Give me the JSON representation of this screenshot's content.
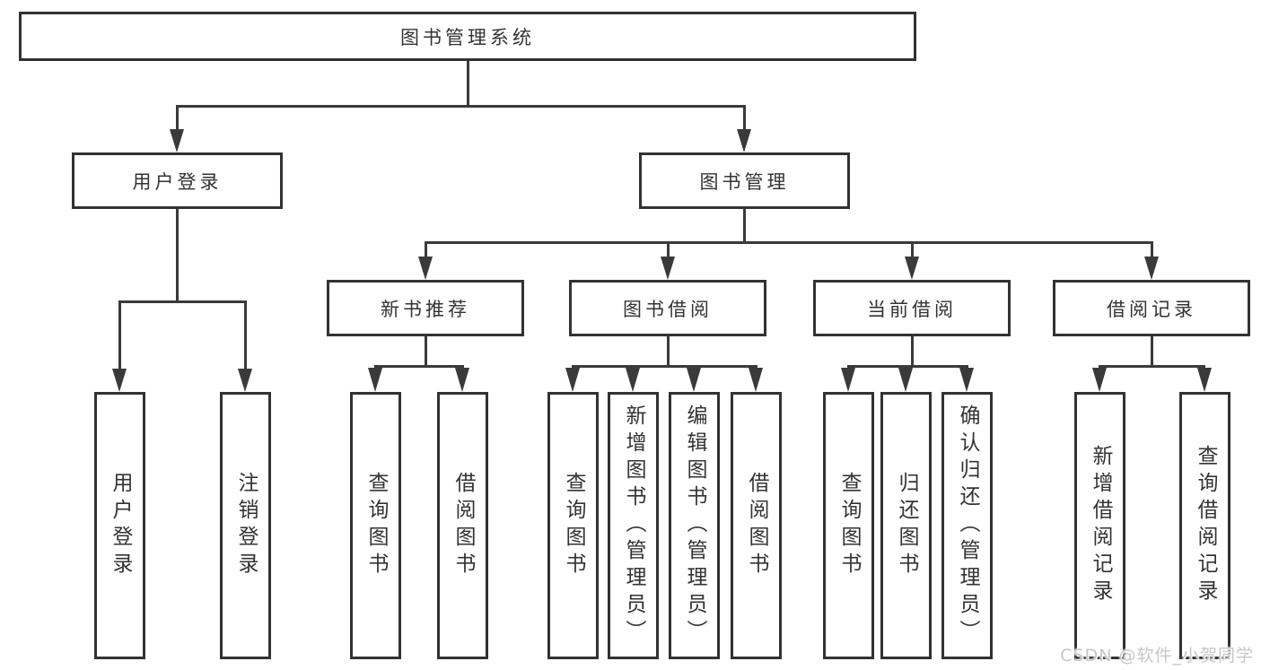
{
  "tree": {
    "root": {
      "label": "图书管理系统"
    },
    "branches": [
      {
        "label": "用户登录",
        "children": [
          {
            "label": "用户登录"
          },
          {
            "label": "注销登录"
          }
        ]
      },
      {
        "label": "图书管理",
        "children": [
          {
            "label": "新书推荐",
            "children": [
              {
                "label": "查询图书"
              },
              {
                "label": "借阅图书"
              }
            ]
          },
          {
            "label": "图书借阅",
            "children": [
              {
                "label": "查询图书"
              },
              {
                "label": "新增图书（管理员）"
              },
              {
                "label": "编辑图书（管理员）"
              },
              {
                "label": "借阅图书"
              }
            ]
          },
          {
            "label": "当前借阅",
            "children": [
              {
                "label": "查询图书"
              },
              {
                "label": "归还图书"
              },
              {
                "label": "确认归还（管理员）"
              }
            ]
          },
          {
            "label": "借阅记录",
            "children": [
              {
                "label": "新增借阅记录"
              },
              {
                "label": "查询借阅记录"
              }
            ]
          }
        ]
      }
    ]
  },
  "watermark": {
    "text": "CSDN @软件_小贺同学",
    "color": "#c7c7c7"
  },
  "colors": {
    "line": "#3a3a3a",
    "box_border": "#323232",
    "text": "#333333",
    "background": "#ffffff"
  }
}
